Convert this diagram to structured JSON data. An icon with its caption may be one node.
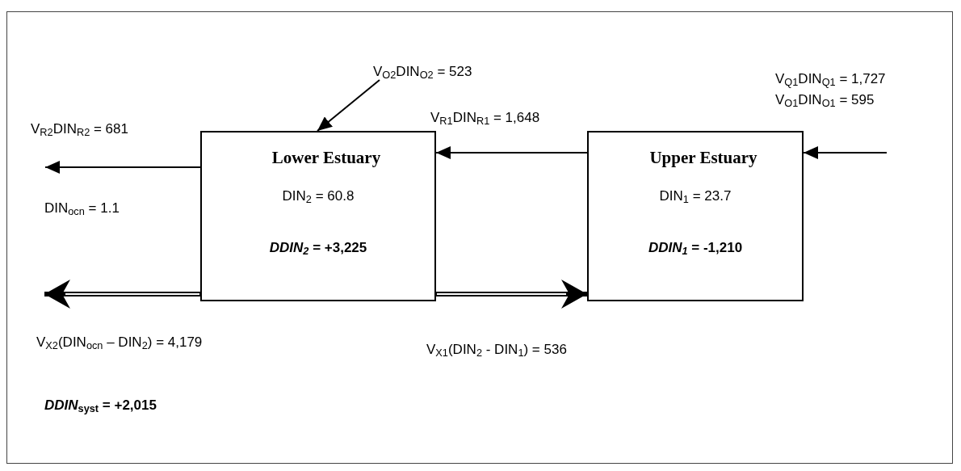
{
  "diagram": {
    "nodes": [
      {
        "text": [
          "Lower Estuary",
          "DIN$_{2}$ = 60.8",
          "*DDIN$_{2}$* = +3,225"
        ]
      },
      {
        "text": [
          "Upper Estuary",
          "DIN$_{1}$ = 23.7",
          "*DDIN$_{1}$* = -1,210"
        ]
      }
    ],
    "edges": [
      {
        "from": null,
        "to": 0,
        "arrow": "to",
        "label": "V$_{O2}$DIN$_{O2}$ = 523"
      },
      {
        "from": 0,
        "to": null,
        "arrow": "to",
        "label": "V$_{R2}$DIN$_{R2}$ = 681"
      },
      {
        "from": 1,
        "to": 0,
        "arrow": "to",
        "label": "V$_{R1}$DIN$_{R1}$ = 1,648"
      },
      {
        "from": null,
        "to": 1,
        "arrow": "to",
        "label": "V$_{Q1}$DIN$_{Q1}$ = 1,727"
      },
      {
        "from": 0,
        "to": null,
        "arrow": "to",
        "style": "thick",
        "label": "V$_{X2}$(DIN$_{ocn}$ – DIN$_{2}$) = 4,179"
      },
      {
        "from": 0,
        "to": 1,
        "arrow": "to",
        "style": "thick",
        "label": "V$_{X1}$(DIN$_{2}$ - DIN$_{1}$) = 536"
      }
    ],
    "labels": [
      "V$_{O1}$DIN$_{O1}$ = 595",
      "DIN$_{ocn}$ = 1.1",
      "*DDIN*$_{syst}$ = +2,015"
    ]
  }
}
